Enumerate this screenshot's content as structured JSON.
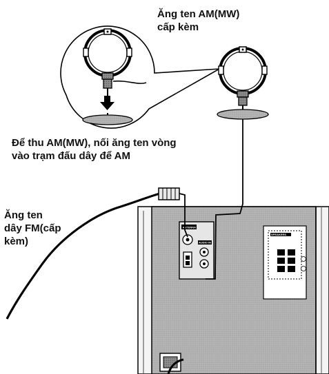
{
  "labels": {
    "am_antenna": {
      "line1": "Ăng ten AM(MW)",
      "line2": "cấp kèm"
    },
    "am_instruction": {
      "line1": "Để thu AM(MW), nối ăng ten vòng",
      "line2": "vào trạm đấu dây để AM"
    },
    "fm_antenna": {
      "line1": "Ăng ten",
      "line2": "dây FM(cấp",
      "line3": "kèm)"
    }
  },
  "panel_tags": {
    "antenna": "ANTENNA",
    "audio": "AUDIO IN",
    "speakers": "SPEAKERS"
  }
}
